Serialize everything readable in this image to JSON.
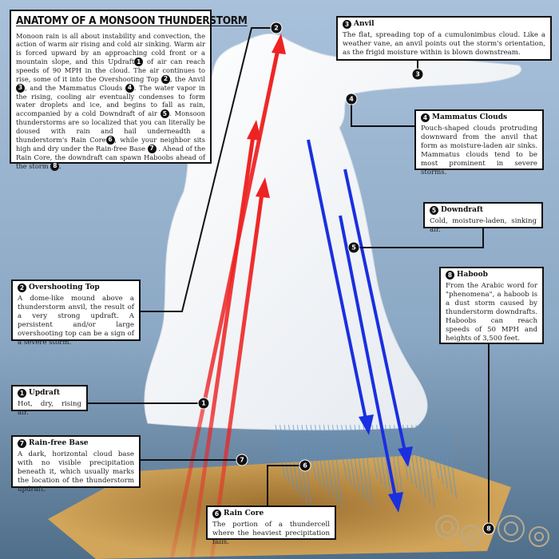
{
  "title": "ANATOMY OF A MONSOON THUNDERSTORM",
  "intro": {
    "segments": [
      "Monoon rain is all about instability and convection, the action of warm air rising and cold air sinking. Warm air is forced upward by an approaching cold front or a mountain slope, and this Updraft",
      " of air can reach speeds of 90 MPH in the cloud. The air continues to rise, some of it into the Overshooting Top ",
      ", the Anvil",
      ", and the Mammatus Clouds ",
      ". The water vapor in the rising, cooling air eventually condenses to form water droplets and ice, and begins to fall as rain, accompanied by a cold Downdraft of air ",
      ". Monsoon thunderstorms are so localized that you can literally be doused with rain and hail underneadth a thunderstorm's Rain Core",
      ", while your neighbor sits high and dry under the Rain-free Base ",
      " . Ahead of the Rain Core, the downdraft can spawn Haboobs ahead of the storm ",
      "."
    ],
    "markers": [
      "1",
      "2",
      "3",
      "4",
      "5",
      "6",
      "7",
      "8"
    ]
  },
  "callouts": {
    "updraft": {
      "num": "1",
      "title": "Updraft",
      "text": "Hot, dry, rising air."
    },
    "overshooting_top": {
      "num": "2",
      "title": "Overshooting Top",
      "text": "A dome-like mound above a thunderstorm anvil, the result of a very strong updraft. A persistent and/or large overshooting top can be a sign of a severe storm."
    },
    "anvil": {
      "num": "3",
      "title": "Anvil",
      "text": "The flat, spreading top of a cumulonimbus cloud. Like a weather vane, an anvil points out the storm's orientation, as the frigid moisture within is blown downstream."
    },
    "mammatus": {
      "num": "4",
      "title": "Mammatus Clouds",
      "text": "Pouch-shaped clouds protruding downward from the anvil that form as moisture-laden air sinks. Mammatus clouds tend to be most prominent in severe storms."
    },
    "downdraft": {
      "num": "5",
      "title": "Downdraft",
      "text": "Cold, moisture-laden, sinking air."
    },
    "rain_core": {
      "num": "6",
      "title": "Rain Core",
      "text": "The portion of a thundercell where the heaviest precipitation falls."
    },
    "rain_free_base": {
      "num": "7",
      "title": "Rain-free Base",
      "text": "A dark, horizontal cloud base with no visible precipitation beneath it, which usually marks the location of the thunderstorm updraft."
    },
    "haboob": {
      "num": "8",
      "title": "Haboob",
      "text": "From the Arabic word for \"phenomena\", a haboob is a dust storm caused by thunderstorm downdrafts. Haboobs can reach speeds of 50 MPH and heights of 3,500 feet."
    }
  },
  "colors": {
    "updraft": "#ee2222",
    "downdraft": "#1a2fe0",
    "ground": "#c79a4c",
    "sky_top": "#a9c1db",
    "sky_bottom": "#55748f"
  }
}
